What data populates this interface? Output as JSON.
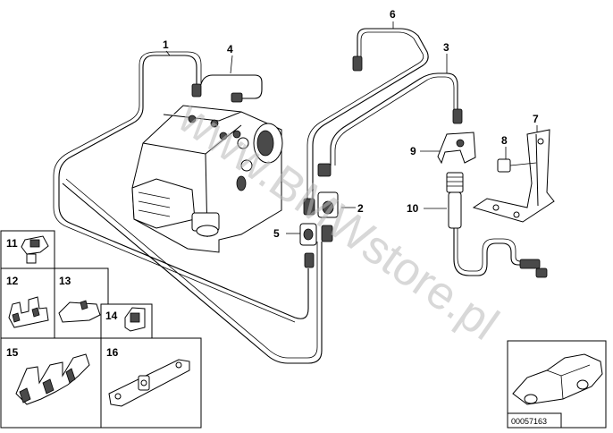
{
  "diagram": {
    "callouts": [
      "1",
      "2",
      "3",
      "4",
      "5",
      "6",
      "7",
      "8",
      "9",
      "10"
    ],
    "panel_labels": [
      "11",
      "12",
      "13",
      "14",
      "15",
      "16"
    ],
    "watermark": "www.BMWstore.pl",
    "thumbnail_code": "00057163"
  },
  "colors": {
    "line": "#000000",
    "background": "#ffffff",
    "watermark": "#b9b9b9"
  },
  "icons": [
    "abs-hydraulic-unit-drawing",
    "brake-line-drawing",
    "car-thumbnail-drawing"
  ]
}
